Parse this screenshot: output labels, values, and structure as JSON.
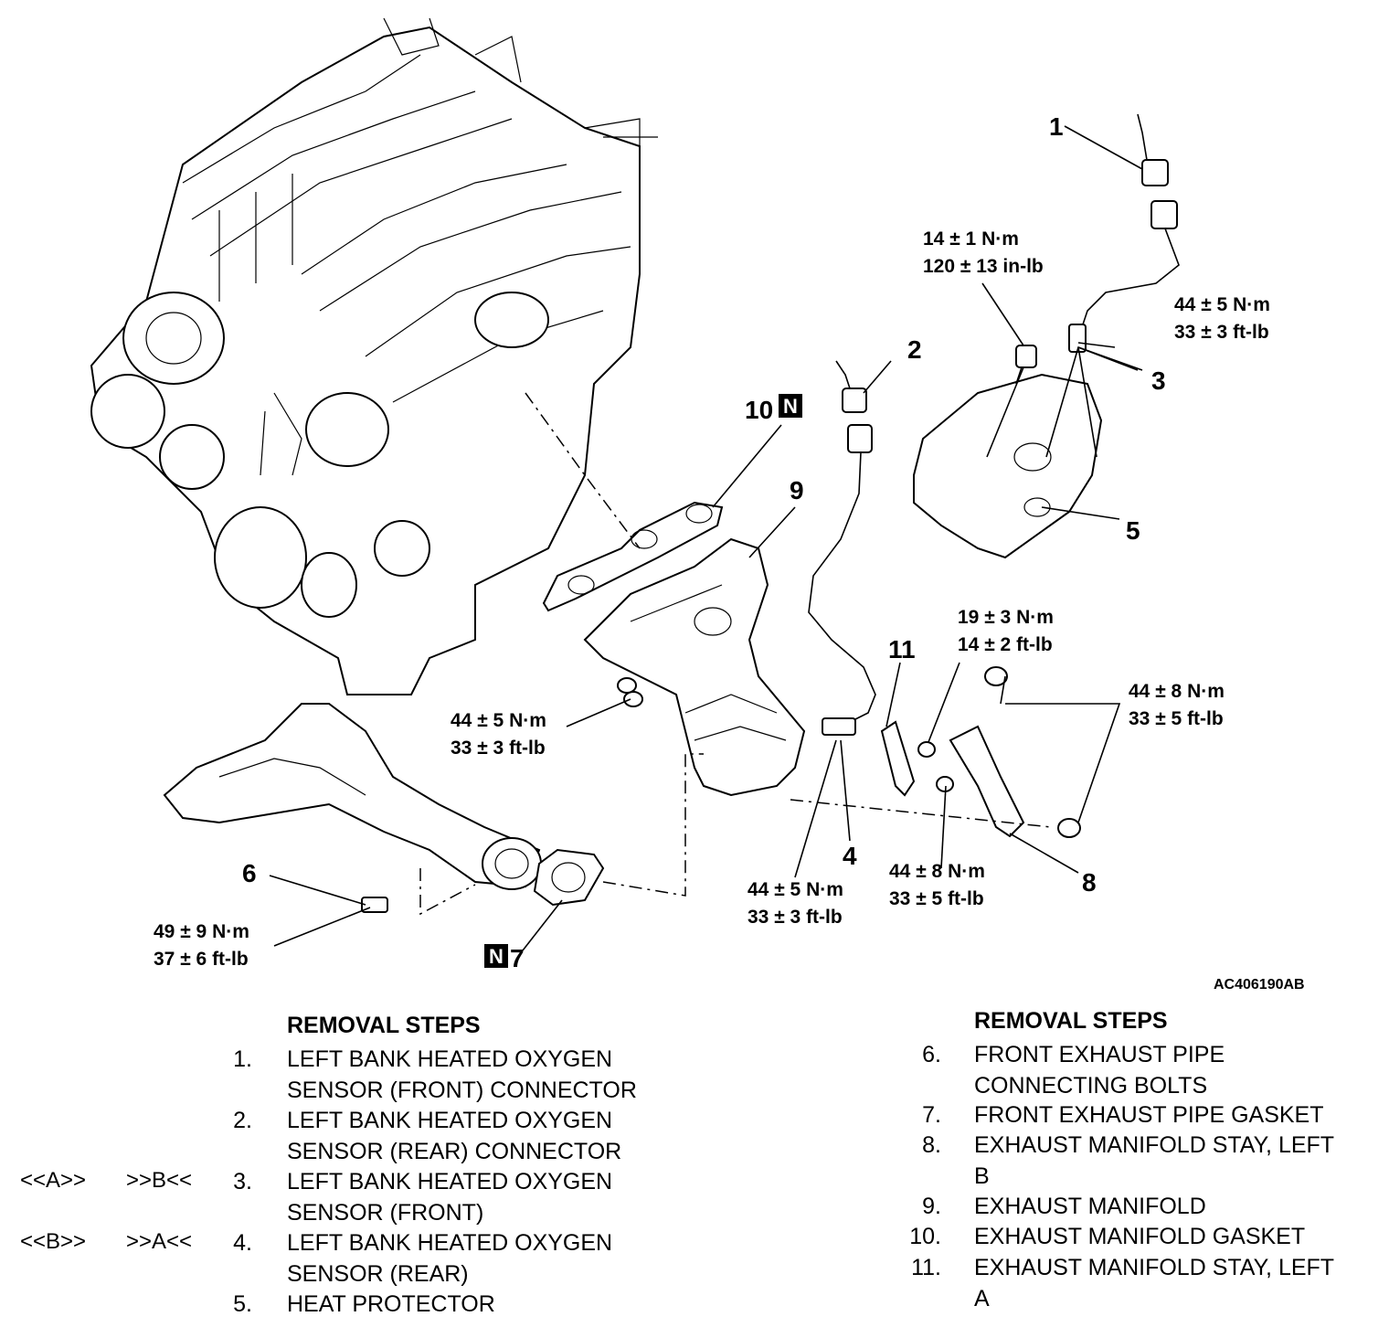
{
  "figure_id": "AC406190AB",
  "callouts": [
    "1",
    "2",
    "3",
    "4",
    "5",
    "6",
    "7",
    "8",
    "9",
    "10",
    "11"
  ],
  "n_marker": "N",
  "torques": {
    "part_1_bolt": [
      "14 ± 1 N·m",
      "120 ± 13 in-lb"
    ],
    "part_3": [
      "44 ± 5 N·m",
      "33 ± 3 ft-lb"
    ],
    "manifold_nuts": [
      "44 ± 5 N·m",
      "33 ± 3 ft-lb"
    ],
    "part_4": [
      "44 ± 5 N·m",
      "33 ± 3 ft-lb"
    ],
    "stay_a_bolt": [
      "19 ± 3 N·m",
      "14 ± 2 ft-lb"
    ],
    "stay_b_bolts": [
      "44 ± 8 N·m",
      "33 ± 5 ft-lb"
    ],
    "stay_lower_bolt": [
      "44 ± 8 N·m",
      "33 ± 5 ft-lb"
    ],
    "part_6": [
      "49 ± 9 N·m",
      "37 ± 6 ft-lb"
    ]
  },
  "removal_steps": {
    "heading": "REMOVAL STEPS",
    "left": [
      {
        "num": "1.",
        "text": "LEFT BANK HEATED OXYGEN\nSENSOR (FRONT) CONNECTOR"
      },
      {
        "num": "2.",
        "text": "LEFT BANK HEATED OXYGEN\nSENSOR (REAR) CONNECTOR"
      },
      {
        "num": "3.",
        "text": "LEFT BANK HEATED OXYGEN\nSENSOR (FRONT)",
        "mark1": "<<A>>",
        "mark2": ">>B<<"
      },
      {
        "num": "4.",
        "text": "LEFT BANK HEATED OXYGEN\nSENSOR (REAR)",
        "mark1": "<<B>>",
        "mark2": ">>A<<"
      },
      {
        "num": "5.",
        "text": "HEAT PROTECTOR"
      }
    ],
    "right": [
      {
        "num": "6.",
        "text": "FRONT EXHAUST PIPE\nCONNECTING BOLTS"
      },
      {
        "num": "7.",
        "text": "FRONT EXHAUST PIPE GASKET"
      },
      {
        "num": "8.",
        "text": "EXHAUST MANIFOLD STAY, LEFT\nB"
      },
      {
        "num": "9.",
        "text": "EXHAUST MANIFOLD"
      },
      {
        "num": "10.",
        "text": "EXHAUST MANIFOLD GASKET"
      },
      {
        "num": "11.",
        "text": "EXHAUST MANIFOLD STAY, LEFT\nA"
      }
    ]
  }
}
